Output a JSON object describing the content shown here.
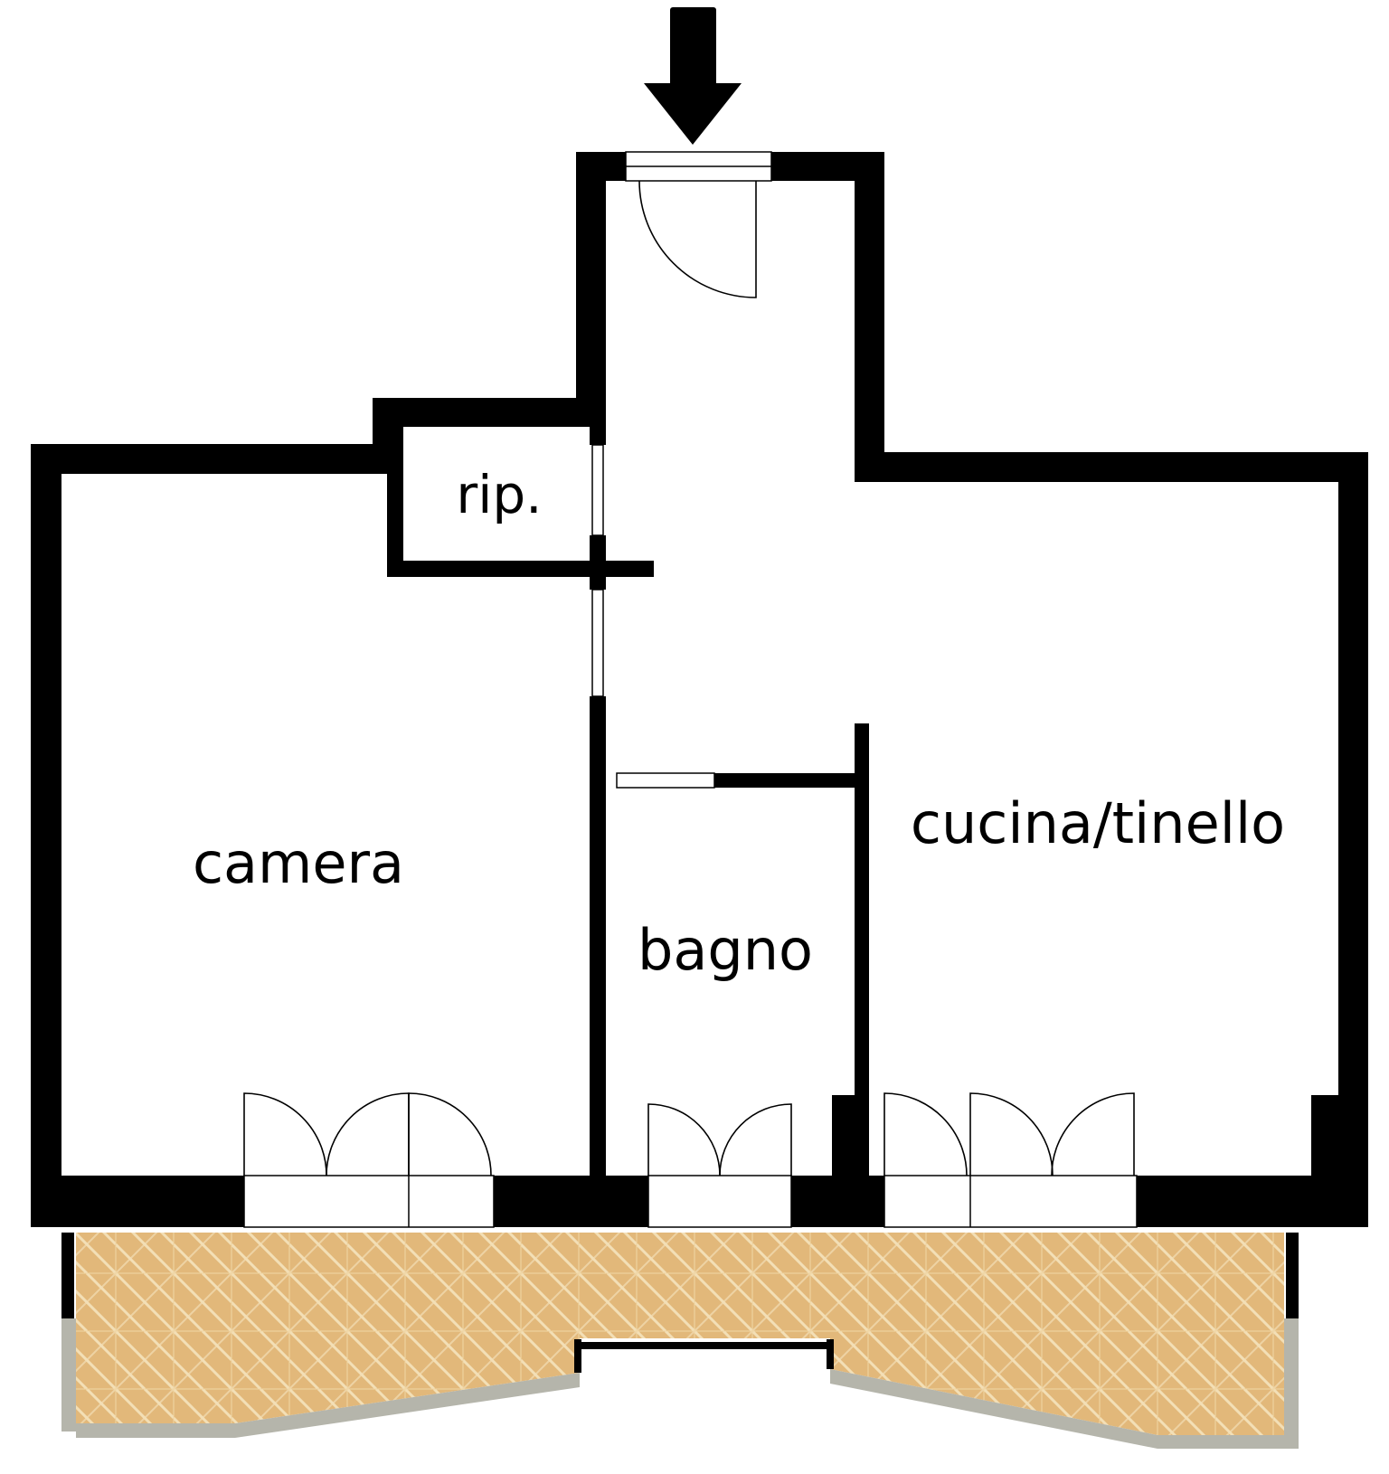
{
  "plan": {
    "rooms": {
      "rip": "rip.",
      "camera": "camera",
      "bagno": "bagno",
      "cucina": "cucina/tinello"
    },
    "entrance_arrow_icon": "arrow-down-icon",
    "colors": {
      "wall": "#000000",
      "floor": "#ffffff",
      "terrace_tile": "#e2b87a",
      "terrace_grout": "#f3dfb6",
      "parapet": "#b5b5ab"
    }
  }
}
